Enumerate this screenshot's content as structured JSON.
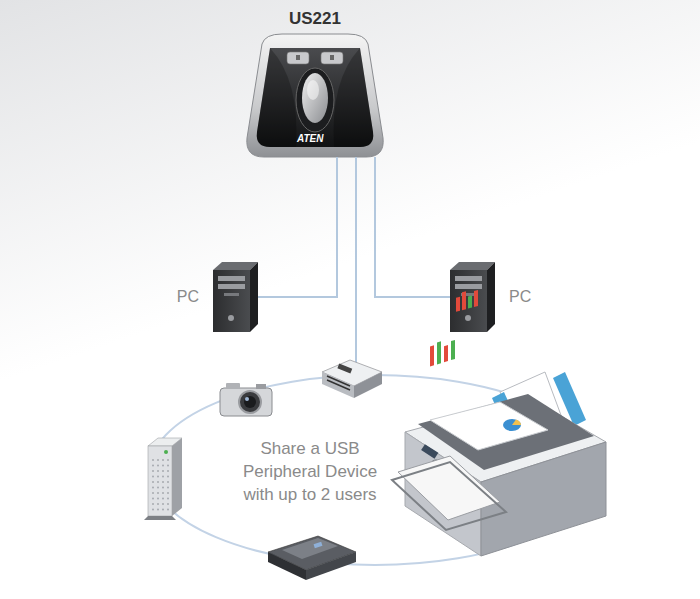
{
  "diagram": {
    "nodes": [
      {
        "text": [
          "US221"
        ]
      },
      {
        "text": [
          "PC"
        ]
      },
      {
        "text": [
          "PC"
        ]
      },
      {
        "text": [
          "Share a USB Peripheral Device with up to 2 users"
        ]
      }
    ],
    "edges": [
      {
        "from": 0,
        "to": 1,
        "arrow": "none"
      },
      {
        "from": 0,
        "to": 2,
        "arrow": "none"
      },
      {
        "from": 0,
        "to": 3,
        "arrow": "none"
      }
    ],
    "labels": [
      "ATEN"
    ]
  }
}
